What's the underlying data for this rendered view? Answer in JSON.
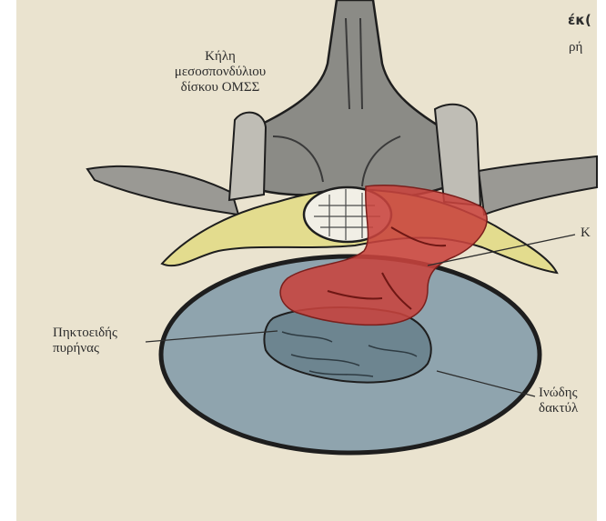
{
  "figure": {
    "labels": {
      "herniation": [
        "Κήλη",
        "μεσοσπονδύλιου",
        "δίσκου ΟΜΣΣ"
      ],
      "nucleus": [
        "Πηκτοειδής",
        "πυρήνας"
      ],
      "annulus": [
        "Ινώδης",
        "δακτύλ"
      ],
      "right_top": "Κ",
      "corner_text": [
        "έκ(",
        "ρή"
      ]
    },
    "colors": {
      "paper": "#eae3cf",
      "disc_blue": "#8fa4ae",
      "herniation_red": "#c8433e",
      "ligament_yellow": "#e3dc8e",
      "bone_gray": "#8b8b86",
      "outline": "#1e1e1e"
    }
  }
}
